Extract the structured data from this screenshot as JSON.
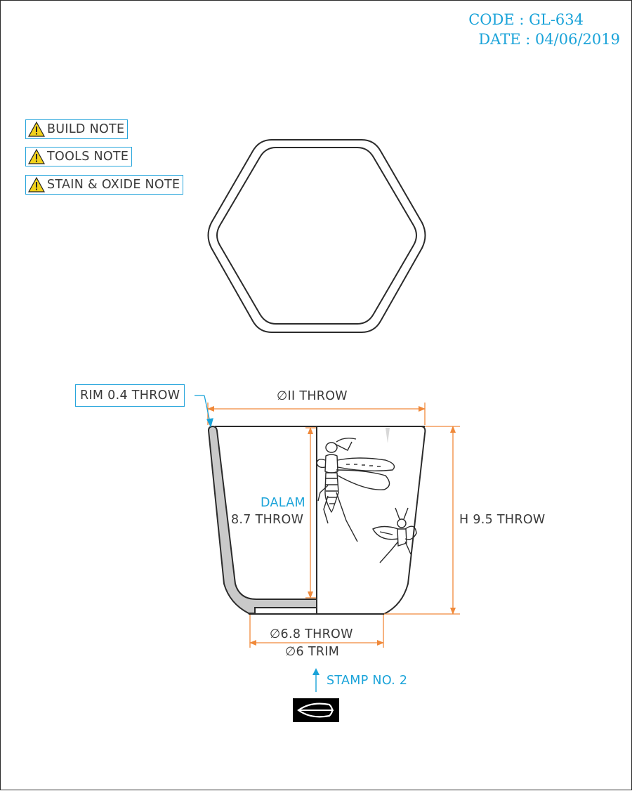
{
  "header": {
    "code": "CODE : GL-634",
    "date": "DATE : 04/06/2019"
  },
  "notes": [
    {
      "label": "BUILD NOTE",
      "icon": "warning-icon"
    },
    {
      "label": "TOOLS NOTE",
      "icon": "warning-icon"
    },
    {
      "label": "STAIN & OXIDE NOTE",
      "icon": "warning-icon"
    }
  ],
  "dimensions": {
    "rim": "RIM 0.4 THROW",
    "diameter_top": "∅II THROW",
    "inner_label": "DALAM",
    "inner_depth": "8.7 THROW",
    "height": "H 9.5 THROW",
    "diameter_base_throw": "∅6.8 THROW",
    "diameter_base_trim": "∅6 TRIM"
  },
  "stamp": {
    "label": "STAMP NO. 2",
    "icon": "leaf-stamp-icon"
  },
  "colors": {
    "accent": "#1aa3d9",
    "dimension_line": "#f0893a",
    "outline": "#2b2b2b",
    "section_fill": "#c9c9c9",
    "warning": "#f2d21b"
  }
}
